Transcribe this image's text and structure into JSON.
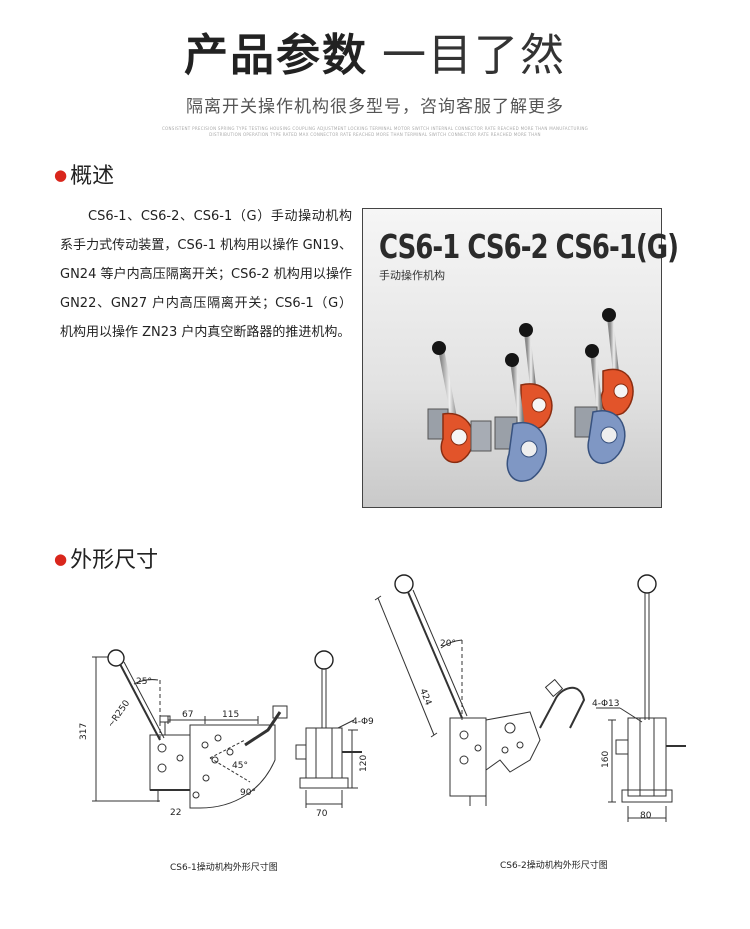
{
  "header": {
    "title_bold": "产品参数",
    "title_light": "一目了然",
    "subtitle": "隔离开关操作机构很多型号，咨询客服了解更多",
    "tiny_text": "CONSISTENT PRECISION SPRING TYPE TESTING HOUSING COUPLING ADJUSTMENT LOCKING TERMINAL MOTOR SWITCH INTERNAL CONNECTOR RATE REACHED MORE THAN MANUFACTURING DISTRIBUTION OPERATION TYPE RATED MAX CONNECTOR RATE REACHED MORE THAN TERMINAL SWITCH CONNECTOR RATE REACHED MORE THAN"
  },
  "overview": {
    "heading": "概述",
    "text": "CS6-1、CS6-2、CS6-1（G）手动操动机构系手力式传动装置，CS6-1 机构用以操作 GN19、GN24 等户内高压隔离开关；CS6-2 机构用以操作 GN22、GN27 户内高压隔离开关；CS6-1（G）机构用以操作 ZN23 户内真空断路器的推进机构。"
  },
  "photo": {
    "title": "CS6-1 CS6-2 CS6-1(G)",
    "subtitle": "手动操作机构"
  },
  "dimensions": {
    "heading": "外形尺寸",
    "cs61": {
      "caption": "CS6-1操动机构外形尺寸图",
      "angle_25": "25°",
      "radius": "~R250",
      "height_317": "317",
      "width_67": "67",
      "width_115": "115",
      "angle_45": "45°",
      "angle_90": "90°",
      "width_22": "22",
      "holes": "4-Φ9",
      "height_120": "120",
      "width_70": "70"
    },
    "cs62": {
      "caption": "CS6-2操动机构外形尺寸图",
      "angle_20": "20°",
      "length_424": "424",
      "holes": "4-Φ13",
      "height_160": "160",
      "width_80": "80"
    }
  },
  "colors": {
    "accent_dot": "#d9261c",
    "orange_part": "#e2542a",
    "blue_part": "#7f97c4"
  }
}
